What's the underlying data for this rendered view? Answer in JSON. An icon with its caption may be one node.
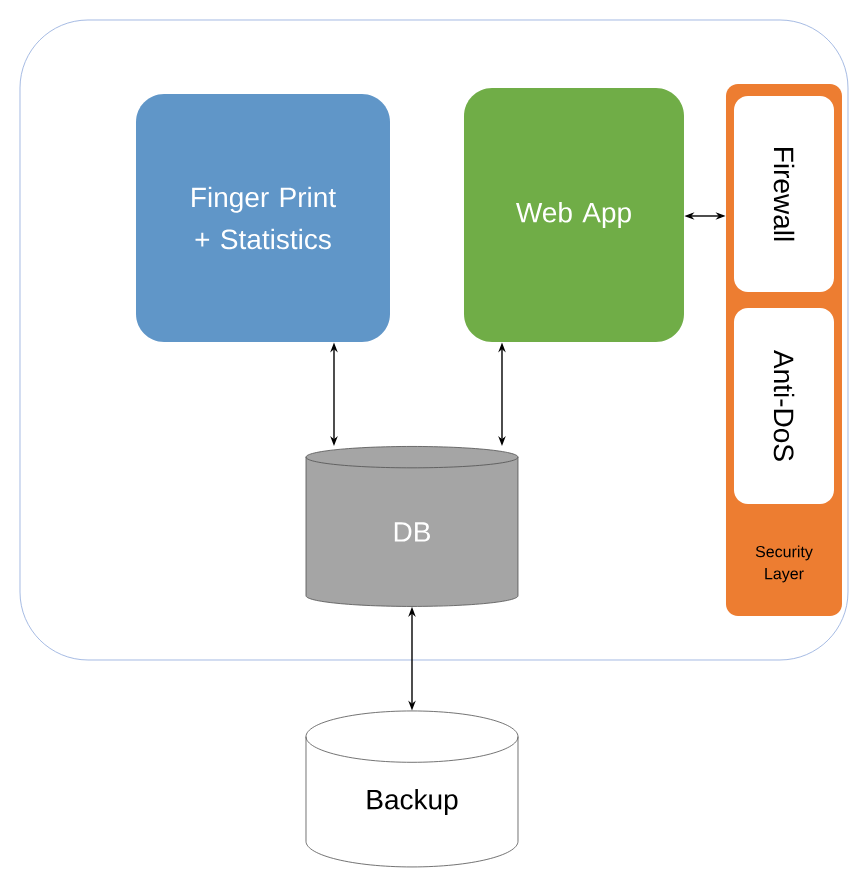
{
  "diagram": {
    "nodes": [
      {
        "text": [],
        "shape": "box"
      },
      {
        "text": [
          "Finger Print + Statistics"
        ],
        "in": 0
      },
      {
        "text": [
          "Web App"
        ],
        "in": 0
      },
      {
        "text": [
          "Security Layer"
        ],
        "in": 0
      },
      {
        "text": [
          "Firewall"
        ],
        "in": 3
      },
      {
        "text": [
          "Anti-DoS"
        ],
        "in": 3
      },
      {
        "text": [
          "DB"
        ],
        "in": 0
      },
      {
        "text": [
          "Backup"
        ]
      }
    ],
    "edges": [
      {
        "from": 1,
        "to": 6,
        "arrow": "both"
      },
      {
        "from": 2,
        "to": 6,
        "arrow": "both"
      },
      {
        "from": 2,
        "to": 3,
        "arrow": "both"
      },
      {
        "from": 6,
        "to": 7,
        "arrow": "both"
      }
    ]
  }
}
